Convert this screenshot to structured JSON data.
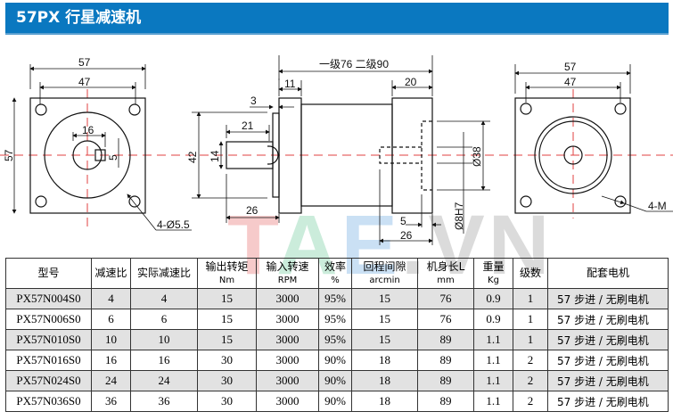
{
  "header": {
    "title": "57PX 行星减速机"
  },
  "colors": {
    "header_bg": "#0a78c0",
    "centerline": "#e04040",
    "row_shade": "#e2e2e2"
  },
  "watermark": {
    "t": "T",
    "a": "A",
    "e": "E",
    "rest": ".VN"
  },
  "drawing": {
    "front": {
      "width": "57",
      "hole_pitch": "47",
      "height": "57",
      "shaft_dia": "16",
      "key": "5",
      "holes": "4-Ø5.5"
    },
    "side": {
      "length": "一级76  二级90",
      "flange": "11",
      "rear": "20",
      "step": "3",
      "shaft_len": "21",
      "height": "42",
      "shaft_dia": "14",
      "shaft_total": "26",
      "bore_depth": "5",
      "bore_len": "26",
      "pilot": "Ø38",
      "bore": "Ø8H7"
    },
    "rear": {
      "width": "57",
      "hole_pitch": "47",
      "holes": "4-M"
    }
  },
  "table": {
    "headers": [
      {
        "l1": "型号",
        "l2": ""
      },
      {
        "l1": "减速比",
        "l2": ""
      },
      {
        "l1": "实际减速比",
        "l2": ""
      },
      {
        "l1": "输出转矩",
        "l2": "Nm"
      },
      {
        "l1": "输入转速",
        "l2": "RPM"
      },
      {
        "l1": "效率",
        "l2": "%"
      },
      {
        "l1": "回程间隙",
        "l2": "arcmin"
      },
      {
        "l1": "机身长L",
        "l2": "mm"
      },
      {
        "l1": "重量",
        "l2": "Kg"
      },
      {
        "l1": "级数",
        "l2": ""
      },
      {
        "l1": "配套电机",
        "l2": ""
      }
    ],
    "rows": [
      [
        "PX57N004S0",
        "4",
        "4",
        "15",
        "3000",
        "95%",
        "15",
        "76",
        "0.9",
        "1",
        "57 步进 / 无刷电机"
      ],
      [
        "PX57N006S0",
        "6",
        "6",
        "15",
        "3000",
        "95%",
        "15",
        "76",
        "0.9",
        "1",
        "57 步进 / 无刷电机"
      ],
      [
        "PX57N010S0",
        "10",
        "10",
        "15",
        "3000",
        "95%",
        "15",
        "89",
        "1.1",
        "1",
        "57 步进 / 无刷电机"
      ],
      [
        "PX57N016S0",
        "16",
        "16",
        "30",
        "3000",
        "90%",
        "18",
        "89",
        "1.1",
        "2",
        "57 步进 / 无刷电机"
      ],
      [
        "PX57N024S0",
        "24",
        "24",
        "30",
        "3000",
        "90%",
        "18",
        "89",
        "1.1",
        "2",
        "57 步进 / 无刷电机"
      ],
      [
        "PX57N036S0",
        "36",
        "36",
        "30",
        "3000",
        "90%",
        "18",
        "89",
        "1.1",
        "2",
        "57 步进 / 无刷电机"
      ]
    ]
  }
}
